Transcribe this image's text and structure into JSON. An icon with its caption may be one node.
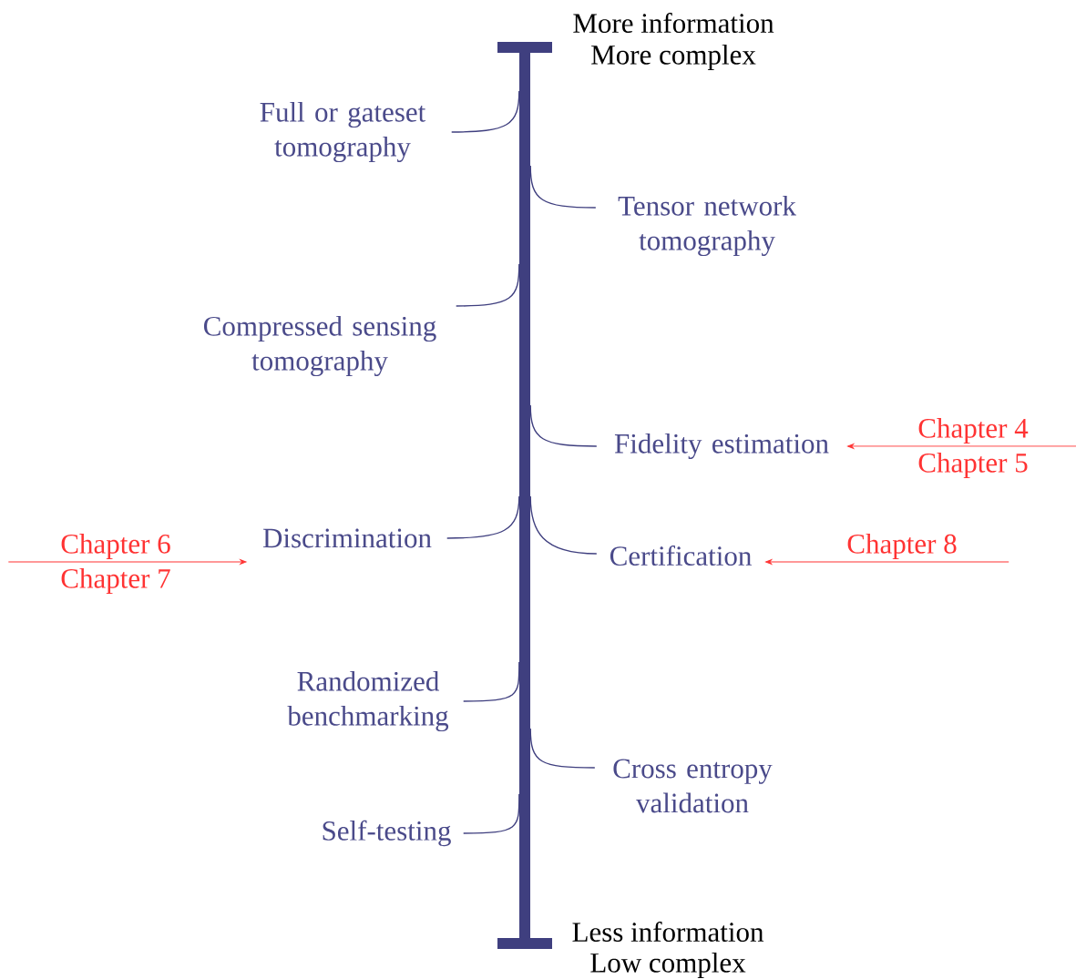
{
  "diagram": {
    "nodes": [
      {
        "text": [],
        "shape": "bar",
        "beside": [
          "More information",
          "More complex",
          "Less information",
          "Low complex"
        ]
      },
      {
        "text": [
          "Full or gateset tomography"
        ]
      },
      {
        "text": [
          "Tensor network tomography"
        ]
      },
      {
        "text": [
          "Compressed sensing tomography"
        ]
      },
      {
        "text": [
          "Fidelity estimation"
        ]
      },
      {
        "text": [
          "Discrimination"
        ]
      },
      {
        "text": [
          "Certification"
        ]
      },
      {
        "text": [
          "Randomized benchmarking"
        ]
      },
      {
        "text": [
          "Cross entropy validation"
        ]
      },
      {
        "text": [
          "Self-testing"
        ]
      },
      {
        "text": [
          "Chapter 4",
          "Chapter 5"
        ]
      },
      {
        "text": [
          "Chapter 6",
          "Chapter 7"
        ]
      },
      {
        "text": [
          "Chapter 8"
        ]
      }
    ],
    "edges": [
      {
        "from": 1,
        "to": 0,
        "arrow": "none"
      },
      {
        "from": 2,
        "to": 0,
        "arrow": "none"
      },
      {
        "from": 3,
        "to": 0,
        "arrow": "none"
      },
      {
        "from": 4,
        "to": 0,
        "arrow": "none"
      },
      {
        "from": 5,
        "to": 0,
        "arrow": "none"
      },
      {
        "from": 6,
        "to": 0,
        "arrow": "none"
      },
      {
        "from": 7,
        "to": 0,
        "arrow": "none"
      },
      {
        "from": 8,
        "to": 0,
        "arrow": "none"
      },
      {
        "from": 9,
        "to": 0,
        "arrow": "none"
      },
      {
        "from": 10,
        "to": 4,
        "arrow": "to",
        "color": "#ff3333"
      },
      {
        "from": 11,
        "to": 5,
        "arrow": "to",
        "color": "#ff3333"
      },
      {
        "from": 12,
        "to": 6,
        "arrow": "to",
        "color": "#ff3333"
      }
    ]
  }
}
